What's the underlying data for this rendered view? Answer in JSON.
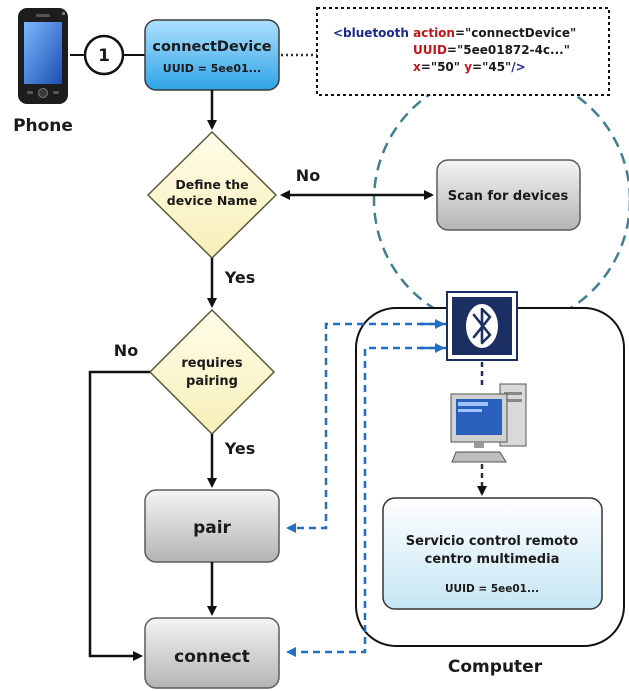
{
  "phone": {
    "label": "Phone",
    "step_number": "1"
  },
  "connect_device": {
    "title": "connectDevice",
    "uuid": "UUID = 5ee01..."
  },
  "code_snippet": {
    "line1": {
      "open": "<bluetooth ",
      "attr": "action",
      "eq": "=",
      "value": "\"connectDevice\""
    },
    "line2": {
      "attr": "UUID",
      "eq": "=",
      "value": "\"5ee01872-4c...\""
    },
    "line3": {
      "attr_x": "x",
      "eq_x": "=",
      "value_x": "\"50\" ",
      "attr_y": "y",
      "eq_y": "=",
      "value_y": "\"45\"",
      "close": "/>"
    }
  },
  "decision_name": {
    "line1": "Define the",
    "line2": "device Name",
    "no_label": "No",
    "yes_label": "Yes"
  },
  "scan": {
    "label": "Scan for devices"
  },
  "decision_pairing": {
    "line1": "requires",
    "line2": "pairing",
    "no_label": "No",
    "yes_label": "Yes"
  },
  "pair": {
    "label": "pair"
  },
  "connect": {
    "label": "connect"
  },
  "computer": {
    "label": "Computer",
    "service_line1": "Servicio control remoto",
    "service_line2": "centro multimedia",
    "service_uuid": "UUID = 5ee01..."
  },
  "colors": {
    "accent_blue": "#1f6fc4",
    "bluetooth_navy": "#1c2f63",
    "dashed_circle": "#3f7f8f",
    "decision_fill": "#fffad6",
    "process_gray": "#c9c9c9"
  },
  "icons": [
    "phone-icon",
    "bluetooth-icon",
    "desktop-computer-icon"
  ]
}
